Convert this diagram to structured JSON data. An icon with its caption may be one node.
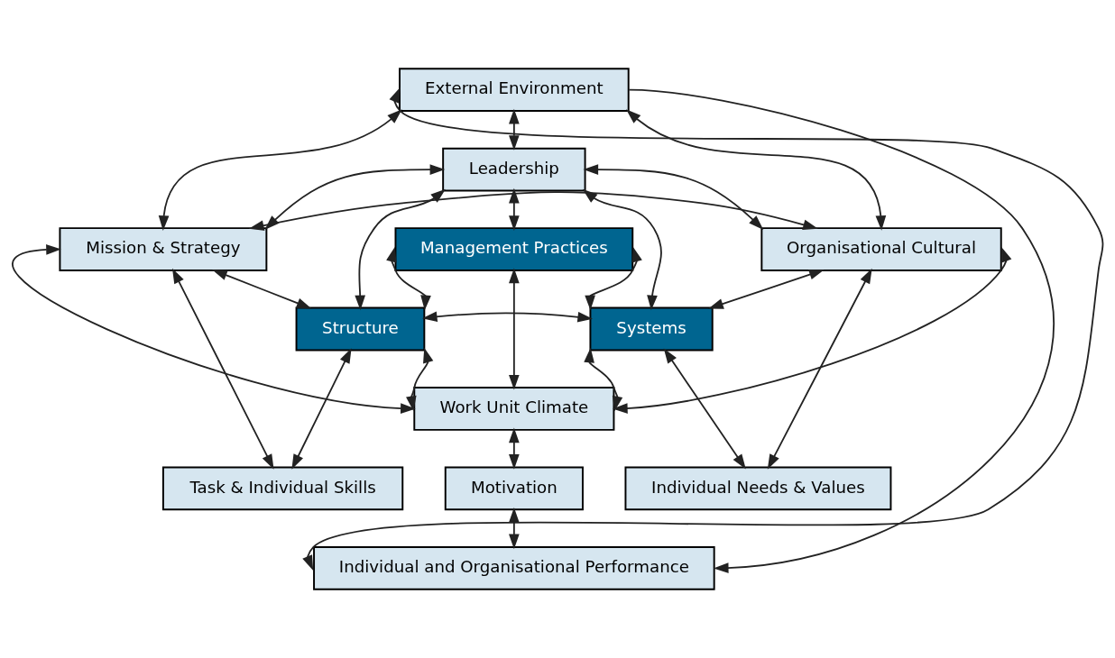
{
  "diagram": {
    "nodes": [
      {
        "text": [
          "External Environment"
        ]
      },
      {
        "text": [
          "Leadership"
        ]
      },
      {
        "text": [
          "Mission & Strategy"
        ]
      },
      {
        "text": [
          "Organisational Cultural"
        ]
      },
      {
        "text": [
          "Management Practices"
        ]
      },
      {
        "text": [
          "Structure"
        ]
      },
      {
        "text": [
          "Systems"
        ]
      },
      {
        "text": [
          "Work Unit Climate"
        ]
      },
      {
        "text": [
          "Task & Individual Skills"
        ]
      },
      {
        "text": [
          "Motivation"
        ]
      },
      {
        "text": [
          "Individual Needs & Values"
        ]
      },
      {
        "text": [
          "Individual and Organisational Performance"
        ]
      }
    ],
    "edges": [
      {
        "from": 11,
        "to": 0,
        "arrow": "both"
      },
      {
        "from": 0,
        "to": 11,
        "arrow": "to"
      },
      {
        "from": 0,
        "to": 1,
        "arrow": "both"
      },
      {
        "from": 0,
        "to": 2,
        "arrow": "both"
      },
      {
        "from": 0,
        "to": 3,
        "arrow": "both"
      },
      {
        "from": 1,
        "to": 2,
        "arrow": "both"
      },
      {
        "from": 1,
        "to": 3,
        "arrow": "both"
      },
      {
        "from": 1,
        "to": 4,
        "arrow": "both"
      },
      {
        "from": 1,
        "to": 5,
        "arrow": "both"
      },
      {
        "from": 1,
        "to": 6,
        "arrow": "both"
      },
      {
        "from": 2,
        "to": 3,
        "arrow": "both"
      },
      {
        "from": 2,
        "to": 5,
        "arrow": "both"
      },
      {
        "from": 3,
        "to": 6,
        "arrow": "both"
      },
      {
        "from": 4,
        "to": 5,
        "arrow": "both"
      },
      {
        "from": 4,
        "to": 6,
        "arrow": "both"
      },
      {
        "from": 4,
        "to": 7,
        "arrow": "both"
      },
      {
        "from": 5,
        "to": 6,
        "arrow": "both"
      },
      {
        "from": 5,
        "to": 7,
        "arrow": "both"
      },
      {
        "from": 6,
        "to": 7,
        "arrow": "both"
      },
      {
        "from": 2,
        "to": 8,
        "arrow": "both"
      },
      {
        "from": 3,
        "to": 10,
        "arrow": "both"
      },
      {
        "from": 2,
        "to": 7,
        "arrow": "both"
      },
      {
        "from": 3,
        "to": 7,
        "arrow": "both"
      },
      {
        "from": 5,
        "to": 8,
        "arrow": "both"
      },
      {
        "from": 6,
        "to": 10,
        "arrow": "both"
      },
      {
        "from": 7,
        "to": 9,
        "arrow": "both"
      },
      {
        "from": 9,
        "to": 11,
        "arrow": "both"
      }
    ]
  }
}
